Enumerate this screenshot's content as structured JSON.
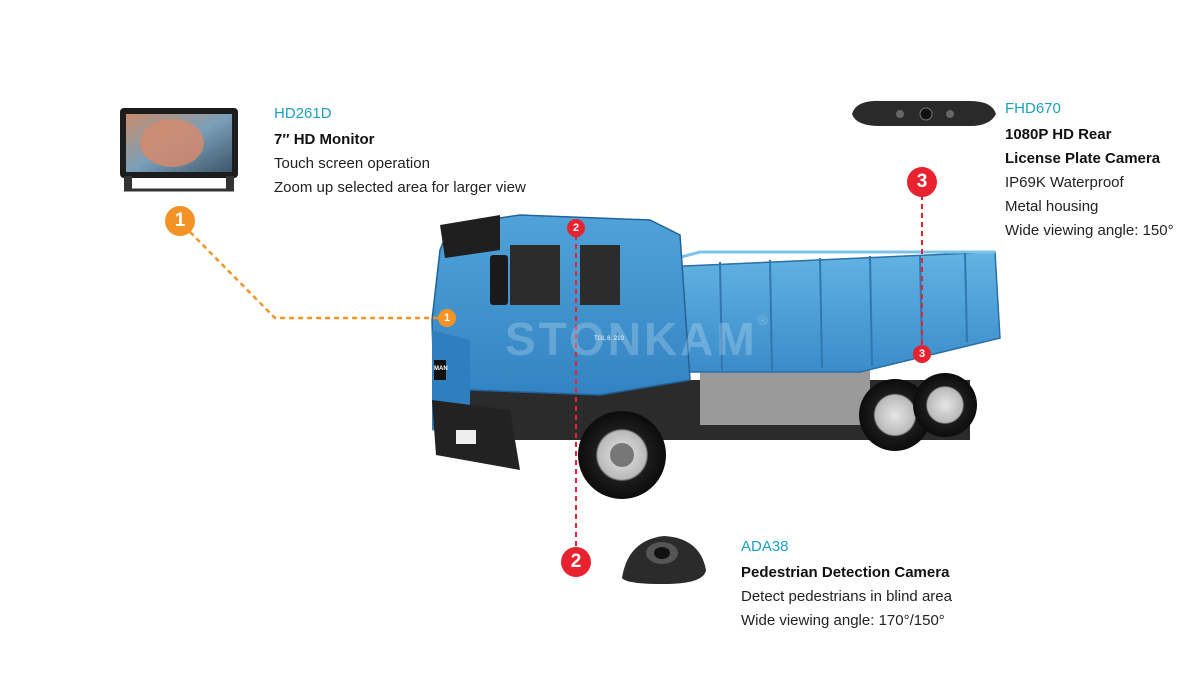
{
  "watermark": "STONKAM",
  "watermark_mark": "®",
  "truck": {
    "cab_label": "TGL 8. 210",
    "grille_logo": "MAN"
  },
  "products": [
    {
      "badge": "1",
      "model": "HD261D",
      "title": "7″ HD Monitor",
      "lines": [
        "Touch screen operation",
        "Zoom up selected area for larger view"
      ],
      "color": "#f39325"
    },
    {
      "badge": "2",
      "model": "ADA38",
      "title": "Pedestrian Detection Camera",
      "lines": [
        "Detect pedestrians in blind area",
        "Wide viewing angle: 170°/150°"
      ],
      "color": "#e8232f"
    },
    {
      "badge": "3",
      "model": "FHD670",
      "title_lines": [
        "1080P HD Rear",
        "License Plate Camera"
      ],
      "lines": [
        "IP69K Waterproof",
        "Metal housing",
        "Wide viewing angle: 150°"
      ],
      "color": "#e8232f"
    }
  ]
}
